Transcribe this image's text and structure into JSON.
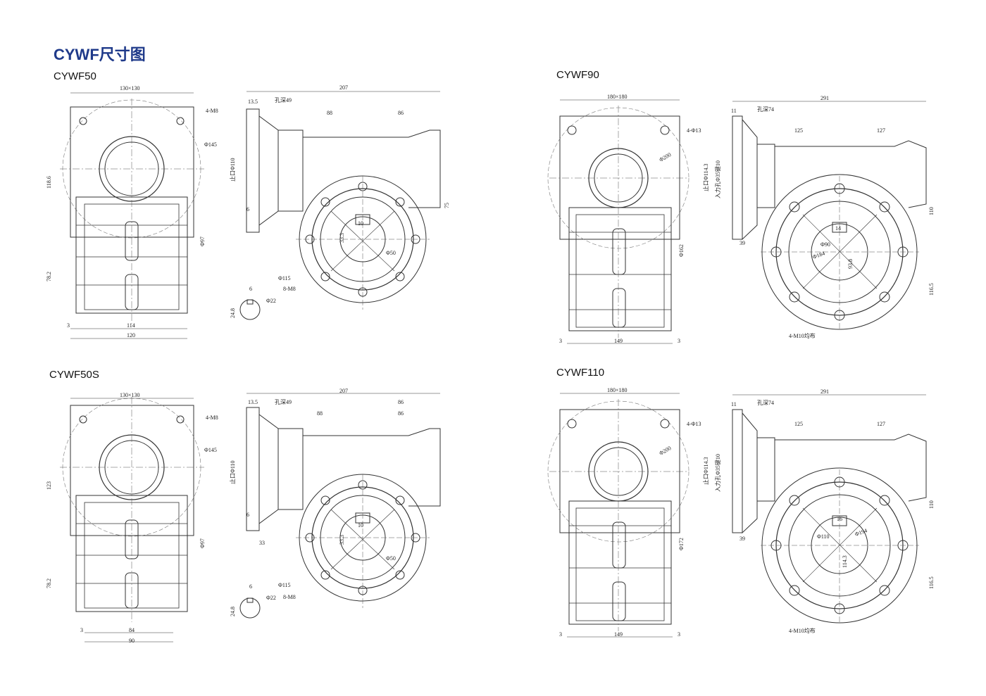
{
  "title": {
    "latin": "CYWF",
    "cn": "尺寸图"
  },
  "panels": [
    {
      "id": "cywf50",
      "label": "CYWF50",
      "flange": "130×130",
      "holes": "4-M8",
      "bolt_circle": "Φ145",
      "dim_118": "118.6",
      "dim_78": "78.2",
      "dim_97": "Φ97",
      "bottom_3": "3",
      "bottom_inner": "114",
      "bottom_outer": "120",
      "overall": "207",
      "dim_13_5": "13.5",
      "bore_depth": "孔深49",
      "dim_88": "88",
      "dim_86": "86",
      "spigot": "止口Φ110",
      "dim_6": "6",
      "dim_75": "75",
      "dim_10": "10",
      "dim_33": "33.3",
      "dim_50": "Φ50",
      "dim_115": "Φ115",
      "dim_8m8": "8-M8",
      "key_6": "6",
      "key_24": "24.8",
      "key_22": "Φ22",
      "dim_33b": ""
    },
    {
      "id": "cywf50s",
      "label": "CYWF50S",
      "flange": "130×130",
      "holes": "4-M8",
      "bolt_circle": "Φ145",
      "dim_118": "123",
      "dim_78": "78.2",
      "dim_97": "Φ97",
      "bottom_3": "3",
      "bottom_inner": "84",
      "bottom_outer": "90",
      "overall": "207",
      "dim_13_5": "13.5",
      "bore_depth": "孔深49",
      "dim_88": "88",
      "dim_86": "86",
      "dim_86b": "86",
      "spigot": "止口Φ110",
      "dim_6": "6",
      "dim_33b": "33",
      "dim_10": "10",
      "dim_33": "33.3",
      "dim_50": "Φ50",
      "dim_115": "Φ115",
      "dim_8m8": "8-M8",
      "key_6": "6",
      "key_24": "24.8",
      "key_22": "Φ22"
    },
    {
      "id": "cywf90",
      "label": "CYWF90",
      "flange": "180×180",
      "holes": "4-Φ13",
      "bolt_circle": "Φ200",
      "dim_162": "Φ162",
      "bottom_3l": "3",
      "bottom_inner": "149",
      "bottom_3r": "3",
      "overall": "291",
      "dim_11": "11",
      "bore_depth": "孔深74",
      "dim_125": "125",
      "dim_127": "127",
      "spigot": "止口Φ114.3",
      "input": "入力孔Φ35键10",
      "dim_39": "39",
      "dim_110": "110",
      "dim_116": "116.5",
      "key": "14",
      "inner": "Φ90",
      "outer": "Φ184",
      "dim_93": "93.8",
      "holes_bottom": "4-M10均布"
    },
    {
      "id": "cywf110",
      "label": "CYWF110",
      "flange": "180×180",
      "holes": "4-Φ13",
      "bolt_circle": "Φ200",
      "dim_162": "Φ172",
      "bottom_3l": "3",
      "bottom_inner": "149",
      "bottom_3r": "3",
      "overall": "291",
      "dim_11": "11",
      "bore_depth": "孔深74",
      "dim_125": "125",
      "dim_127": "127",
      "spigot": "止口Φ114.3",
      "input": "入力孔Φ35键10",
      "dim_39": "39",
      "dim_110": "110",
      "dim_116": "116.5",
      "key": "16",
      "inner": "Φ110",
      "outer": "Φ194",
      "dim_93": "114.3",
      "holes_bottom": "4-M10均布"
    }
  ],
  "colors": {
    "line": "#333333",
    "title": "#1f3a8a",
    "center": "#555555"
  }
}
